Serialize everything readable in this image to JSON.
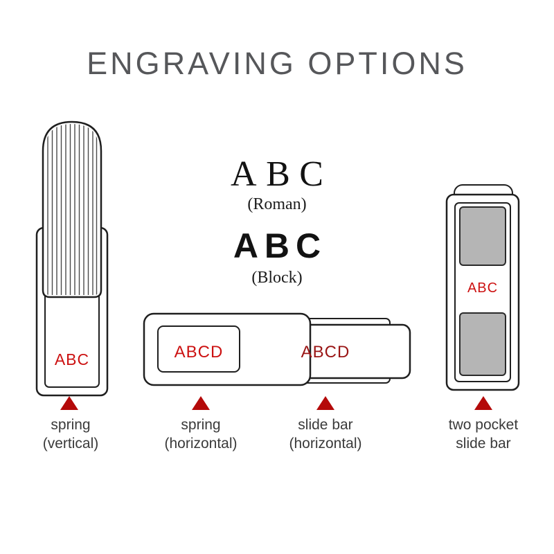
{
  "title": "ENGRAVING OPTIONS",
  "center": {
    "roman_sample": "ABC",
    "roman_label": "(Roman)",
    "block_sample": "ABC",
    "block_label": "(Block)"
  },
  "clips": {
    "spring_vertical": {
      "engraving": "ABC",
      "label_line1": "spring",
      "label_line2": "(vertical)"
    },
    "spring_horizontal": {
      "engraving": "ABCD",
      "label_line1": "spring",
      "label_line2": "(horizontal)"
    },
    "slide_bar_horizontal": {
      "engraving": "ABCD",
      "label_line1": "slide bar",
      "label_line2": "(horizontal)"
    },
    "two_pocket_slide_bar": {
      "engraving": "ABC",
      "label_line1": "two pocket",
      "label_line2": "slide bar"
    }
  },
  "colors": {
    "engraving_red": "#cc1111",
    "engraving_dark_red": "#991414",
    "pointer_red": "#b40a0a",
    "outline": "#1f1f1f",
    "pocket_gray": "#b5b5b5",
    "title_gray": "#56575a",
    "label_gray": "#3a3a3a"
  }
}
